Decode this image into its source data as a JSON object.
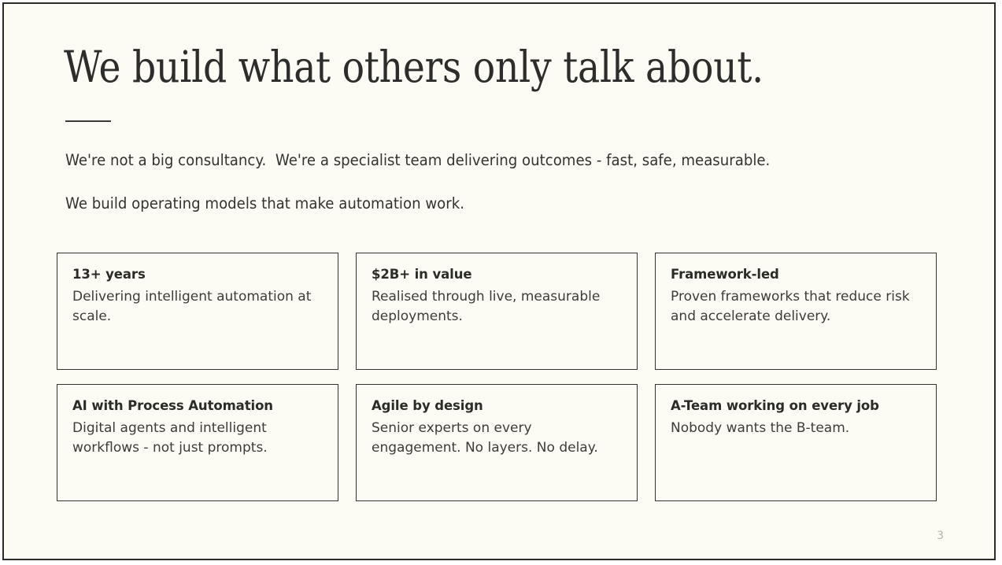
{
  "slide": {
    "background_color": "#fdfcf4",
    "border_color": "#2b2b29",
    "title": "We build what others only talk about.",
    "page_number": "3"
  },
  "intro": {
    "line1": "We're not a big consultancy.  We're a specialist team delivering outcomes - fast, safe, measurable.",
    "line2": "We build operating models that make automation work."
  },
  "cards": [
    {
      "title": "13+ years",
      "body": "Delivering intelligent automation at scale."
    },
    {
      "title": "$2B+ in value",
      "body": "Realised through live, measurable deployments."
    },
    {
      "title": "Framework-led",
      "body": "Proven frameworks that reduce risk and accelerate delivery."
    },
    {
      "title": "AI with Process Automation",
      "body": "Digital agents and intelligent workflows - not just prompts."
    },
    {
      "title": "Agile by design",
      "body": "Senior experts on every engagement. No layers. No delay."
    },
    {
      "title": "A-Team working on every job",
      "body": "Nobody wants the B-team."
    }
  ]
}
